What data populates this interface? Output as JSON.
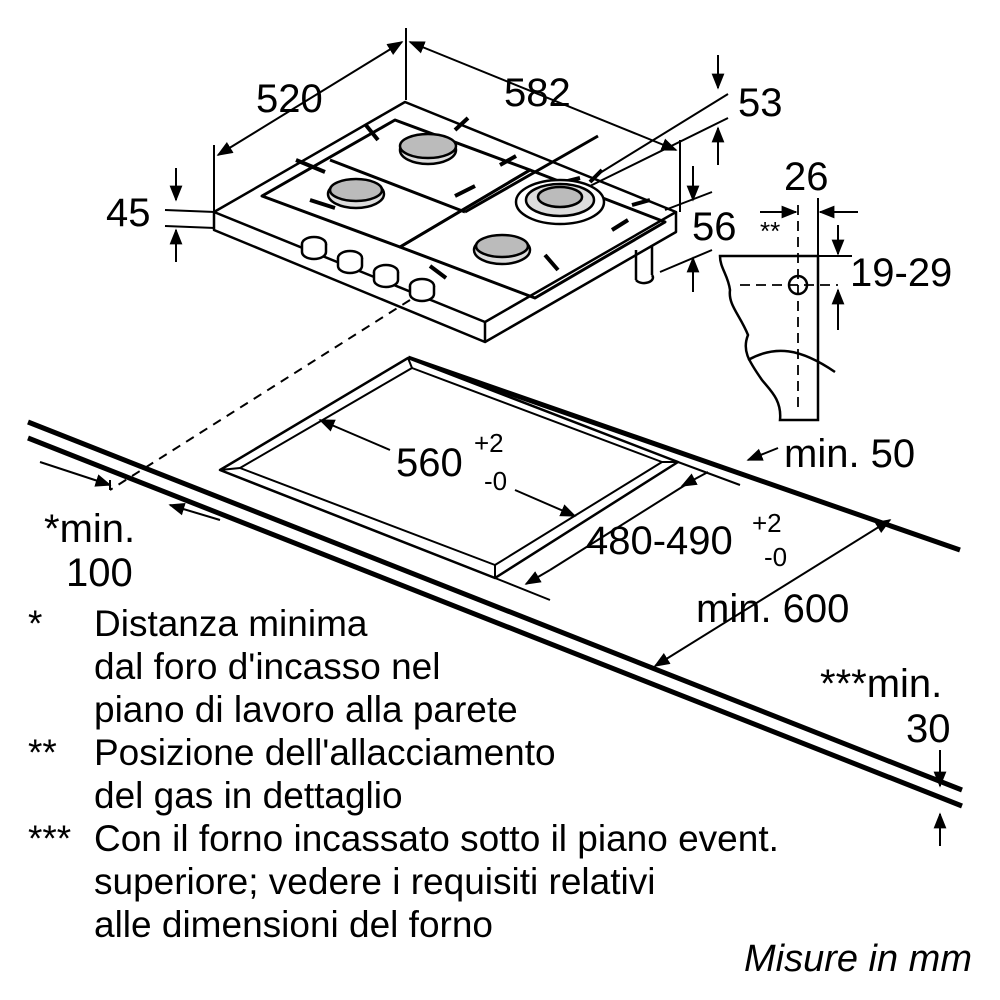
{
  "dimensions": {
    "depth": "520",
    "width": "582",
    "top_offset": "53",
    "height": "45",
    "side_height": "56",
    "gas_offset": "26",
    "gas_marker": "**",
    "gas_height": "19-29",
    "cutout_width": "560",
    "cutout_width_tol_plus": "+2",
    "cutout_width_tol_minus": "-0",
    "cutout_depth": "480-490",
    "cutout_depth_tol_plus": "+2",
    "cutout_depth_tol_minus": "-0",
    "min_back": "min. 50",
    "min_depth": "min. 600",
    "wall_min_line1": "*min.",
    "wall_min_line2": "100",
    "oven_min_line1": "***min.",
    "oven_min_line2": "30"
  },
  "notes": [
    {
      "marker": "*",
      "text": "Distanza minima\ndal foro d'incasso nel\npiano di lavoro alla parete"
    },
    {
      "marker": "**",
      "text": "Posizione dell'allacciamento\ndel gas in dettaglio"
    },
    {
      "marker": "***",
      "text": "Con il forno incassato sotto il piano event.\nsuperiore; vedere i requisiti relativi\nalle dimensioni del forno"
    }
  ],
  "units": "Misure in mm"
}
